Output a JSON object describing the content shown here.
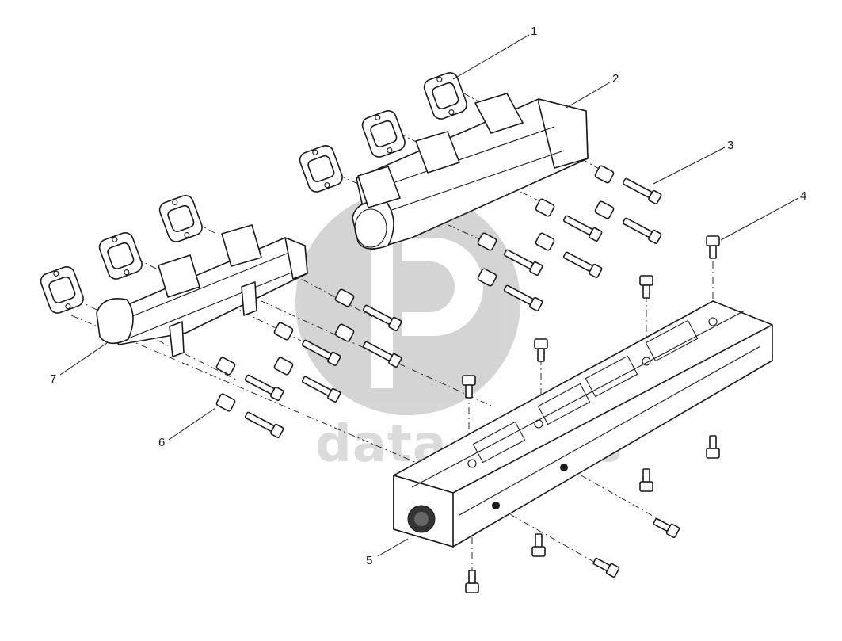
{
  "diagram": {
    "callouts": [
      "1",
      "2",
      "3",
      "4",
      "5",
      "6",
      "7"
    ]
  },
  "watermark": {
    "text": "data-parts",
    "logo_color": "#9a9a9a"
  }
}
